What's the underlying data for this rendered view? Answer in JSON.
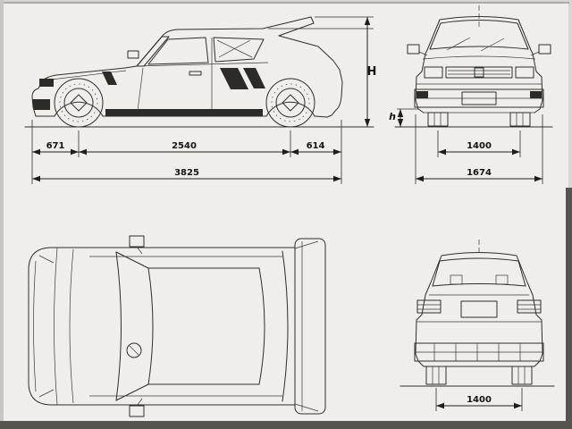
{
  "diagram": {
    "side_view": {
      "front_overhang": "671",
      "wheelbase": "2540",
      "rear_overhang": "614",
      "overall_length": "3825",
      "height_label": "H"
    },
    "front_view": {
      "track_width": "1400",
      "overall_width": "1674",
      "ride_height_label": "h"
    },
    "rear_view": {
      "track_width": "1400"
    }
  }
}
